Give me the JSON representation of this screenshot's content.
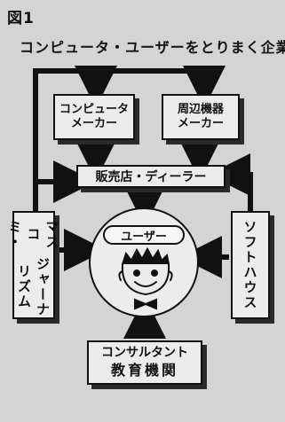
{
  "figure": {
    "label": "図1",
    "title": "コンピュータ・ユーザーをとりまく企業"
  },
  "nodes": {
    "computer_maker": {
      "line1": "コンピュータ",
      "line2": "メーカー"
    },
    "peripheral_maker": {
      "line1": "周辺機器",
      "line2": "メーカー"
    },
    "dealer": {
      "label": "販売店・ディーラー"
    },
    "mass_media": {
      "line1": "マスコミ・",
      "line2": "ジャーナリズム"
    },
    "software_house": {
      "label": "ソフトハウス"
    },
    "user": {
      "label": "ユーザー"
    },
    "consultant": {
      "line1": "コンサルタント",
      "line2": "教育機関"
    }
  },
  "colors": {
    "background": "#d4d4d4",
    "box": "#ececec",
    "ink": "#111111"
  }
}
